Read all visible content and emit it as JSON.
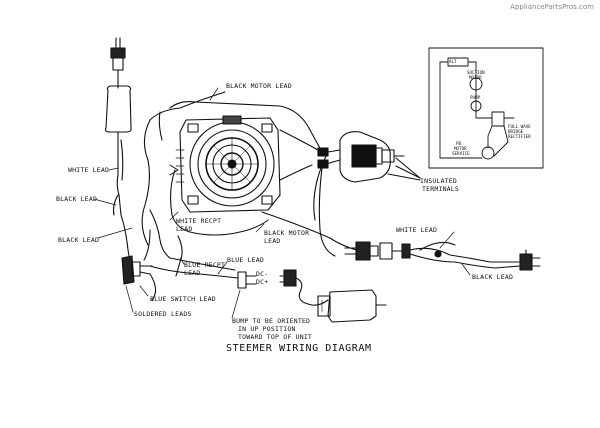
{
  "watermark": "AppliancePartsPros.com",
  "title": "STEEMER WIRING DIAGRAM",
  "labels": {
    "black_motor_lead_top": "BLACK MOTOR LEAD",
    "white_lead_left": "WHITE LEAD",
    "black_lead_left_upper": "BLACK LEAD",
    "black_lead_left_lower": "BLACK LEAD",
    "white_recpt_lead_1": "WHITE RECPT",
    "white_recpt_lead_2": "LEAD",
    "black_motor_lead_mid_1": "BLACK MOTOR",
    "black_motor_lead_mid_2": "LEAD",
    "blue_lead": "BLUE LEAD",
    "blue_recpt_lead_1": "BLUE RECPT",
    "blue_recpt_lead_2": "LEAD",
    "dc_minus": "DC-",
    "dc_plus": "DC+",
    "blue_switch_lead": "BLUE SWITCH LEAD",
    "soldered_leads": "SOLDERED LEADS",
    "bump_note_1": "BUMP TO BE ORIENTED",
    "bump_note_2": "IN UP POSITION",
    "bump_note_3": "TOWARD TOP OF UNIT",
    "insulated_terminals_1": "INSULATED",
    "insulated_terminals_2": "TERMINALS",
    "white_lead_right": "WHITE LEAD",
    "black_lead_right": "BLACK LEAD"
  },
  "schematic": {
    "top_label": "ALT",
    "suction_motor_1": "SUCTION",
    "suction_motor_2": "MOTOR",
    "pump": "PUMP",
    "full_wave_1": "FULL WAVE",
    "full_wave_2": "BRIDGE",
    "full_wave_3": "RECTIFIER",
    "pb_motor_1": "PB",
    "pb_motor_2": "MOTOR",
    "pb_motor_3": "SERVICE"
  }
}
